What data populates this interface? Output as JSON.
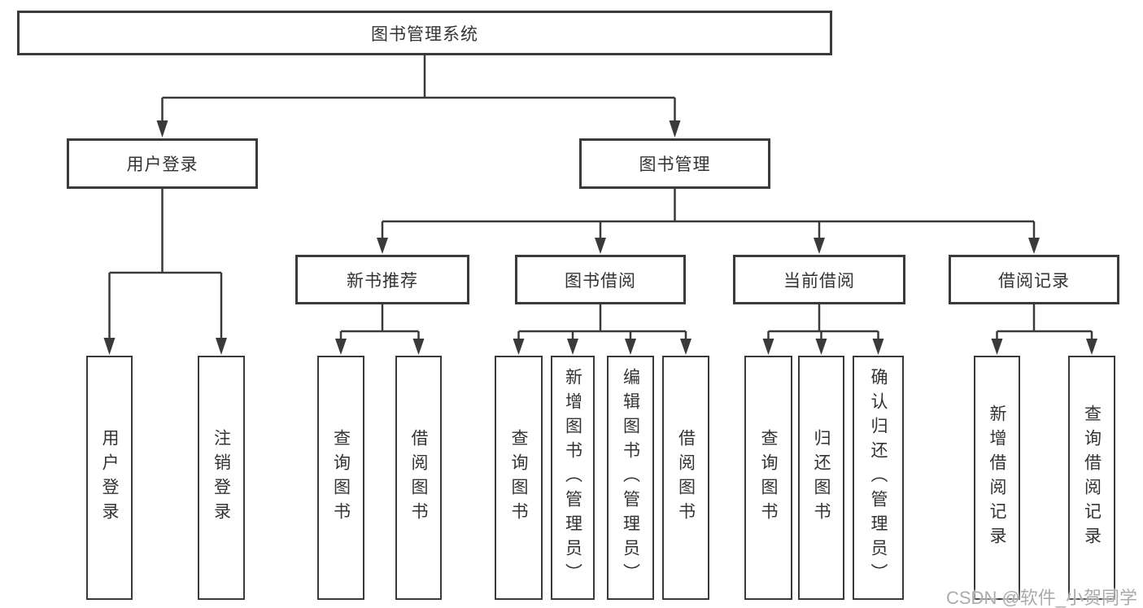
{
  "diagram": {
    "root": {
      "label": "图书管理系统"
    },
    "branches": {
      "user_login": {
        "label": "用户登录",
        "children": {
          "login": {
            "label": "用户登录"
          },
          "logout": {
            "label": "注销登录"
          }
        }
      },
      "book_mgmt": {
        "label": "图书管理",
        "children": {
          "new_book_rec": {
            "label": "新书推荐",
            "children": {
              "query": {
                "label": "查询图书"
              },
              "borrow": {
                "label": "借阅图书"
              }
            }
          },
          "book_borrow": {
            "label": "图书借阅",
            "children": {
              "query": {
                "label": "查询图书"
              },
              "add": {
                "label": "新增图书（管理员）"
              },
              "edit": {
                "label": "编辑图书（管理员）"
              },
              "borrow": {
                "label": "借阅图书"
              }
            }
          },
          "current_borrow": {
            "label": "当前借阅",
            "children": {
              "query": {
                "label": "查询图书"
              },
              "return": {
                "label": "归还图书"
              },
              "confirm": {
                "label": "确认归还（管理员）"
              }
            }
          },
          "borrow_records": {
            "label": "借阅记录",
            "children": {
              "add": {
                "label": "新增借阅记录"
              },
              "query": {
                "label": "查询借阅记录"
              }
            }
          }
        }
      }
    }
  },
  "watermark": {
    "text": "CSDN @软件_小贺同学"
  },
  "colors": {
    "line": "#3a3a3a",
    "text": "#333333",
    "watermark_gray": "#ababab",
    "background": "#ffffff"
  }
}
